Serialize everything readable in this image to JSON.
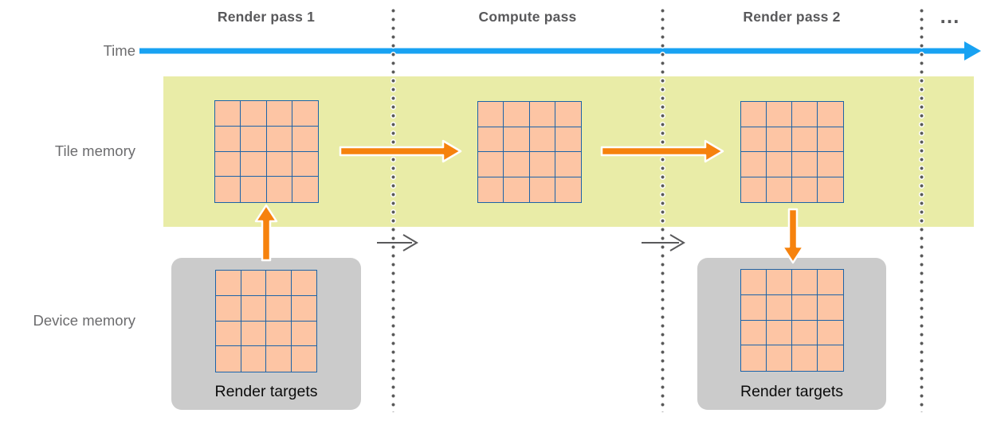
{
  "colors": {
    "timeline_blue": "#18a2f2",
    "band_yellow": "#e9eca7",
    "cell_fill": "#fdc5a4",
    "grid_line": "#1c63a8",
    "transfer_arrow_orange": "#f6820d",
    "device_box_gray": "#cbcbcb",
    "pass_title_gray": "#59595b",
    "axis_label_gray": "#6c6c6e",
    "dot_gray": "#595959"
  },
  "time_axis": {
    "label": "Time"
  },
  "passes": [
    {
      "label": "Render pass 1"
    },
    {
      "label": "Compute pass"
    },
    {
      "label": "Render pass 2"
    },
    {
      "label": "…"
    }
  ],
  "tile_memory": {
    "label": "Tile memory"
  },
  "device_memory": {
    "label": "Device memory",
    "boxes": [
      {
        "label": "Render targets"
      },
      {
        "label": "Render targets"
      }
    ]
  },
  "tile_grid": {
    "rows": 4,
    "cols": 4
  }
}
